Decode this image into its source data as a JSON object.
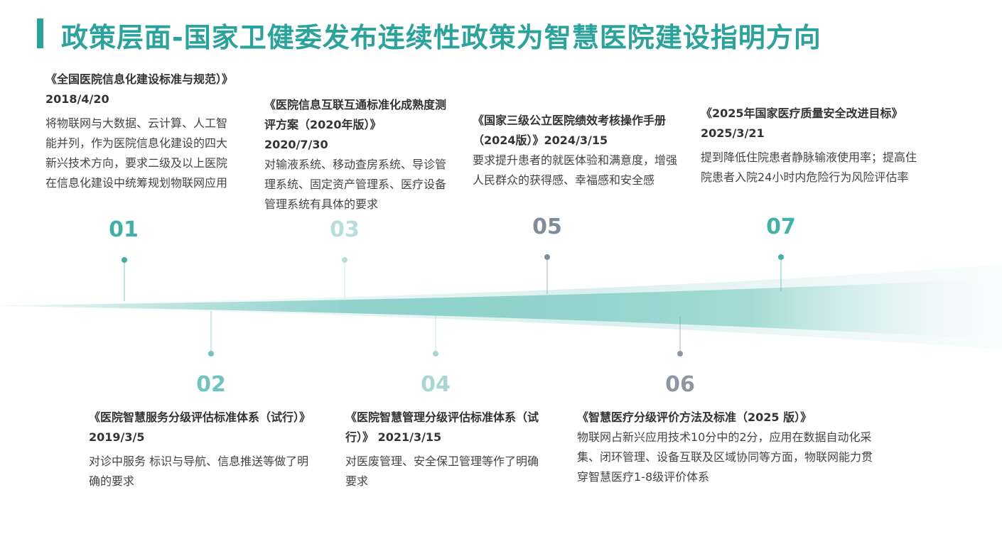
{
  "title": "政策层面-国家卫健委发布连续性政策为智慧医院建设指明方向",
  "colors": {
    "accent": "#2aa39a",
    "num_01": "#3fb0a8",
    "num_02": "#6ec5bf",
    "num_03": "#b8dedb",
    "num_04": "#a6d7d2",
    "num_05": "#7f8d99",
    "num_06": "#8c97a1",
    "num_07": "#42b2ab"
  },
  "items": [
    {
      "num": "01",
      "heading": "《全国医院信息化建设标准与规范）》 2018/4/20",
      "desc": "将物联网与大数据、云计算、人工智能并列，作为医院信息化建设的四大新兴技术方向，要求二级及以上医院在信息化建设中统筹规划物联网应用"
    },
    {
      "num": "02",
      "heading": "《医院智慧服务分级评估标准体系（试行）》 2019/3/5",
      "desc": "对诊中服务  标识与导航、信息推送等做了明确的要求"
    },
    {
      "num": "03",
      "heading": "《医院信息互联互通标准化成熟度测评方案（2020年版）》 2020/7/30",
      "desc": "对输液系统、移动查房系统、导诊管理系统、固定资产管理系、医疗设备管理系统有具体的要求"
    },
    {
      "num": "04",
      "heading": "《医院智慧管理分级评估标准体系（试行）》  2021/3/15",
      "desc": "对医废管理、安全保卫管理等作了明确要求"
    },
    {
      "num": "05",
      "heading": "《国家三级公立医院绩效考核操作手册（2024版）》2024/3/15",
      "desc": "要求提升患者的就医体验和满意度，增强人民群众的获得感、幸福感和安全感"
    },
    {
      "num": "06",
      "heading": "《智慧医疗分级评价方法及标准（2025 版）》",
      "desc": "物联网占新兴应用技术10分中的2分，应用在数据自动化采集、闭环管理、设备互联及区域协同等方面，物联网能力贯穿智慧医疗1-8级评价体系"
    },
    {
      "num": "07",
      "heading": "《2025年国家医疗质量安全改进目标》 2025/3/21",
      "desc": "提到降低住院患者静脉输液使用率；提高住院患者入院24小时内危险行为风险评估率"
    }
  ]
}
